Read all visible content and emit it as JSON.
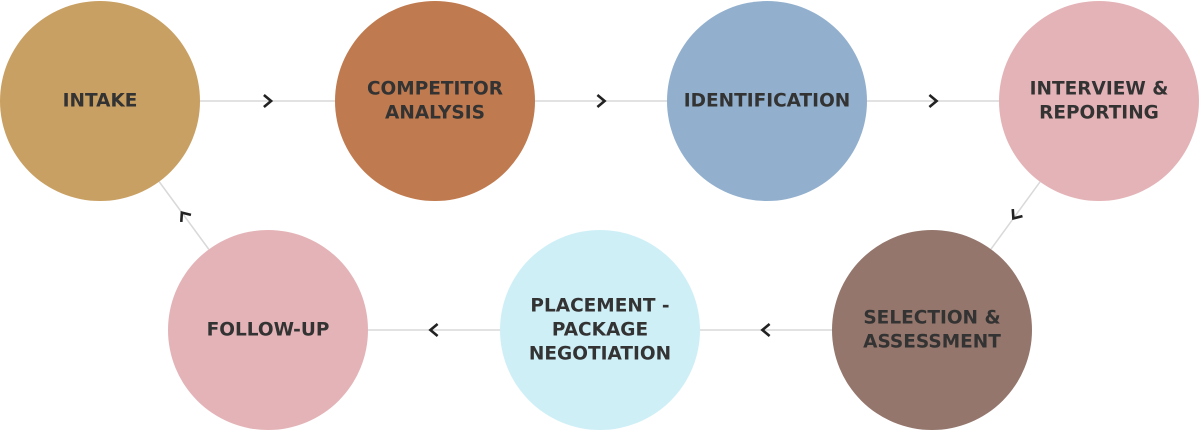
{
  "steps": [
    {
      "id": "intake",
      "lines": [
        "INTAKE"
      ],
      "color": "#C9A063"
    },
    {
      "id": "competitor-analysis",
      "lines": [
        "COMPETITOR",
        "ANALYSIS"
      ],
      "color": "#C07A4F"
    },
    {
      "id": "identification",
      "lines": [
        "IDENTIFICATION"
      ],
      "color": "#92B0CE"
    },
    {
      "id": "interview-reporting",
      "lines": [
        "INTERVIEW &",
        "REPORTING"
      ],
      "color": "#E4B3B7"
    },
    {
      "id": "selection-assessment",
      "lines": [
        "SELECTION &",
        "ASSESSMENT"
      ],
      "color": "#94766C"
    },
    {
      "id": "placement-package-negotiation",
      "lines": [
        "PLACEMENT -",
        "PACKAGE",
        "NEGOTIATION"
      ],
      "color": "#CFEFF7"
    },
    {
      "id": "follow-up",
      "lines": [
        "FOLLOW-UP"
      ],
      "color": "#E4B3B7"
    }
  ],
  "flow": [
    [
      "intake",
      "competitor-analysis"
    ],
    [
      "competitor-analysis",
      "identification"
    ],
    [
      "identification",
      "interview-reporting"
    ],
    [
      "interview-reporting",
      "selection-assessment"
    ],
    [
      "selection-assessment",
      "placement-package-negotiation"
    ],
    [
      "placement-package-negotiation",
      "follow-up"
    ],
    [
      "follow-up",
      "intake"
    ]
  ]
}
